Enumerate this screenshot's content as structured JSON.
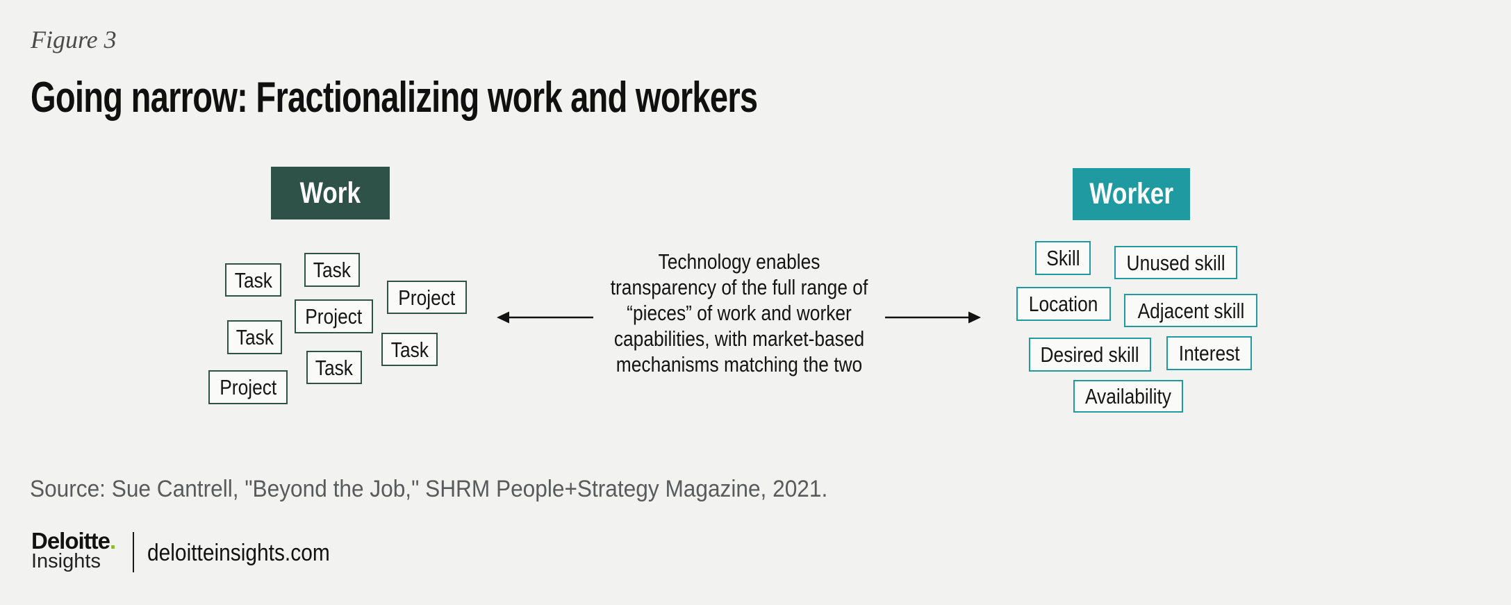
{
  "figure_label": "Figure 3",
  "title": "Going narrow: Fractionalizing work and workers",
  "work": {
    "header": "Work",
    "items": [
      {
        "label": "Task"
      },
      {
        "label": "Task"
      },
      {
        "label": "Project"
      },
      {
        "label": "Project"
      },
      {
        "label": "Task"
      },
      {
        "label": "Task"
      },
      {
        "label": "Task"
      },
      {
        "label": "Project"
      }
    ]
  },
  "worker": {
    "header": "Worker",
    "items": [
      {
        "label": "Skill"
      },
      {
        "label": "Unused skill"
      },
      {
        "label": "Location"
      },
      {
        "label": "Adjacent skill"
      },
      {
        "label": "Desired skill"
      },
      {
        "label": "Interest"
      },
      {
        "label": "Availability"
      }
    ]
  },
  "center": {
    "lines": [
      "Technology enables",
      "transparency of the full range of",
      "“pieces” of work and worker",
      "capabilities, with market-based",
      "mechanisms matching the two"
    ]
  },
  "source": "Source: Sue Cantrell, \"Beyond the Job,\" SHRM People+Strategy Magazine, 2021.",
  "footer": {
    "brand": "Deloitte",
    "dot": ".",
    "sub": "Insights",
    "site": "deloitteinsights.com"
  },
  "colors": {
    "background": "#F2F2F0",
    "work_green": "#2E5247",
    "worker_teal": "#1E9AA0",
    "logo_green": "#86BC25",
    "text": "#121212",
    "source_gray": "#595A5C"
  }
}
